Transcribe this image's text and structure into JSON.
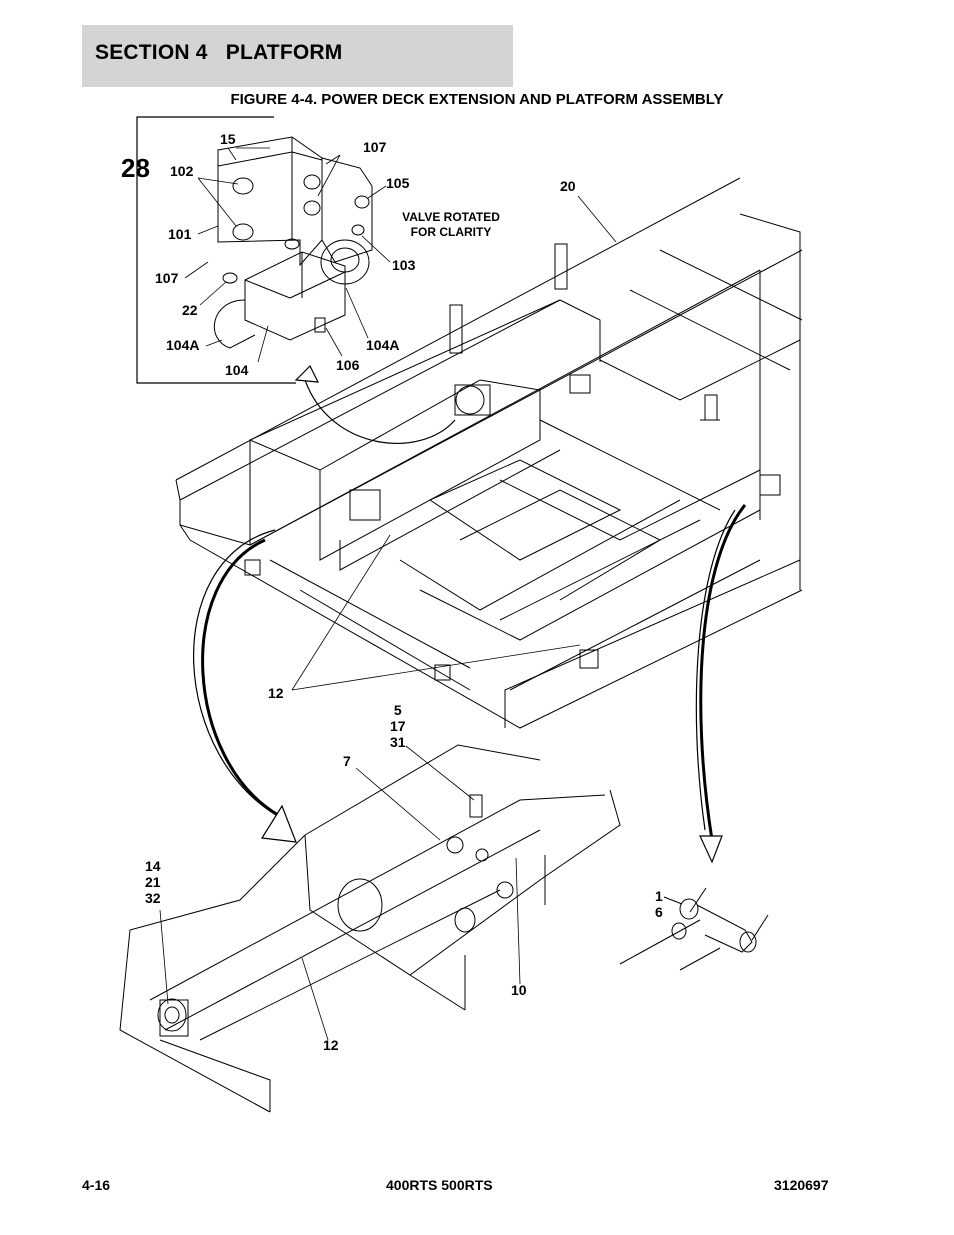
{
  "header": {
    "section_title": "SECTION 4   PLATFORM",
    "figure_title": "FIGURE 4-4. POWER DECK EXTENSION AND PLATFORM ASSEMBLY"
  },
  "drawing": {
    "detail_number": "28",
    "note": "VALVE ROTATED\nFOR CLARITY",
    "callouts": {
      "c15": "15",
      "c102": "102",
      "c107a": "107",
      "c105": "105",
      "c101": "101",
      "c107b": "107",
      "c103": "103",
      "c22": "22",
      "c104a_left": "104A",
      "c104a_right": "104A",
      "c104": "104",
      "c106": "106",
      "c20": "20",
      "c12_top": "12",
      "c5_17_31": "5\n17\n31",
      "c7": "7",
      "c14_21_32": "14\n21\n32",
      "c10": "10",
      "c12_bottom": "12",
      "c1_6": "1\n6"
    }
  },
  "footer": {
    "page_number": "4-16",
    "models": "400RTS 500RTS",
    "manual_number": "3120697"
  }
}
